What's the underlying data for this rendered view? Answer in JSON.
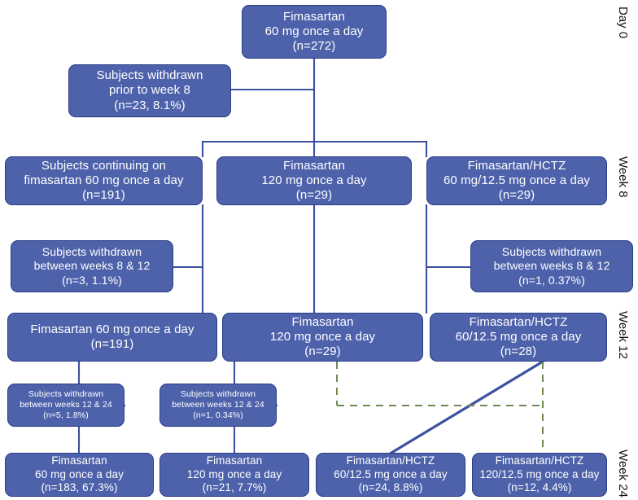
{
  "figure": {
    "type": "flowchart",
    "subject": "Fimasartan titration study patient disposition",
    "box_fill_color": "#4e62ab",
    "box_border_color": "#2a3c86",
    "connector_color": "#3c51a0",
    "dashed_connector_color": "#6f8b52",
    "text_color": "#ffffff"
  },
  "stage_labels": [
    {
      "name": "day-0",
      "text": "Day 0"
    },
    {
      "name": "week-8",
      "text": "Week 8"
    },
    {
      "name": "week-12",
      "text": "Week 12"
    },
    {
      "name": "week-24",
      "text": "Week 24"
    }
  ],
  "nodes": {
    "root": {
      "name": "node-baseline-fimasartan-60",
      "lines": [
        "Fimasartan",
        "60 mg once a day",
        "(n=272)"
      ],
      "n": 272
    },
    "withdrawn_pre_week8": {
      "name": "node-withdrawn-prior-week-8",
      "lines": [
        "Subjects withdrawn",
        "prior to week 8",
        "(n=23, 8.1%)"
      ],
      "n": 23,
      "percent": "8.1%"
    },
    "week8_left": {
      "name": "node-week8-continuing-fimasartan-60",
      "lines": [
        "Subjects continuing on",
        "fimasartan 60 mg once a day",
        "(n=191)"
      ],
      "n": 191
    },
    "week8_mid": {
      "name": "node-week8-fimasartan-120",
      "lines": [
        "Fimasartan",
        "120 mg once a day",
        "(n=29)"
      ],
      "n": 29
    },
    "week8_right": {
      "name": "node-week8-fimasartan-hctz-60-12-5",
      "lines": [
        "Fimasartan/HCTZ",
        "60 mg/12.5 mg once a day",
        "(n=29)"
      ],
      "n": 29
    },
    "withdrawn_8_12_left": {
      "name": "node-withdrawn-weeks-8-12-left",
      "lines": [
        "Subjects withdrawn",
        "between weeks 8 & 12",
        "(n=3, 1.1%)"
      ],
      "n": 3,
      "percent": "1.1%"
    },
    "withdrawn_8_12_right": {
      "name": "node-withdrawn-weeks-8-12-right",
      "lines": [
        "Subjects withdrawn",
        "between weeks 8 & 12",
        "(n=1, 0.37%)"
      ],
      "n": 1,
      "percent": "0.37%"
    },
    "week12_left": {
      "name": "node-week12-fimasartan-60",
      "lines": [
        "Fimasartan 60 mg once a day",
        "(n=191)"
      ],
      "n": 191
    },
    "week12_mid": {
      "name": "node-week12-fimasartan-120",
      "lines": [
        "Fimasartan",
        "120 mg once a day",
        "(n=29)"
      ],
      "n": 29
    },
    "week12_right": {
      "name": "node-week12-fimasartan-hctz-60-12-5",
      "lines": [
        "Fimasartan/HCTZ",
        "60/12.5 mg once a day",
        "(n=28)"
      ],
      "n": 28
    },
    "withdrawn_12_24_left": {
      "name": "node-withdrawn-weeks-12-24-left",
      "lines": [
        "Subjects withdrawn",
        "between weeks 12 & 24",
        "(n=5, 1.8%)"
      ],
      "n": 5,
      "percent": "1.8%"
    },
    "withdrawn_12_24_mid": {
      "name": "node-withdrawn-weeks-12-24-mid",
      "lines": [
        "Subjects withdrawn",
        "between weeks 12 & 24",
        "(n=1, 0.34%)"
      ],
      "n": 1,
      "percent": "0.34%"
    },
    "week24_a": {
      "name": "node-week24-fimasartan-60",
      "lines": [
        "Fimasartan",
        "60 mg once a day",
        "(n=183, 67.3%)"
      ],
      "n": 183,
      "percent": "67.3%"
    },
    "week24_b": {
      "name": "node-week24-fimasartan-120",
      "lines": [
        "Fimasartan",
        "120 mg once a day",
        "(n=21, 7.7%)"
      ],
      "n": 21,
      "percent": "7.7%"
    },
    "week24_c": {
      "name": "node-week24-fimasartan-hctz-60-12-5",
      "lines": [
        "Fimasartan/HCTZ",
        "60/12.5 mg once a day",
        "(n=24, 8.8%)"
      ],
      "n": 24,
      "percent": "8.8%"
    },
    "week24_d": {
      "name": "node-week24-fimasartan-hctz-120-12-5",
      "lines": [
        "Fimasartan/HCTZ",
        "120/12.5 mg once a day",
        "(n=12, 4.4%)"
      ],
      "n": 12,
      "percent": "4.4%"
    }
  }
}
